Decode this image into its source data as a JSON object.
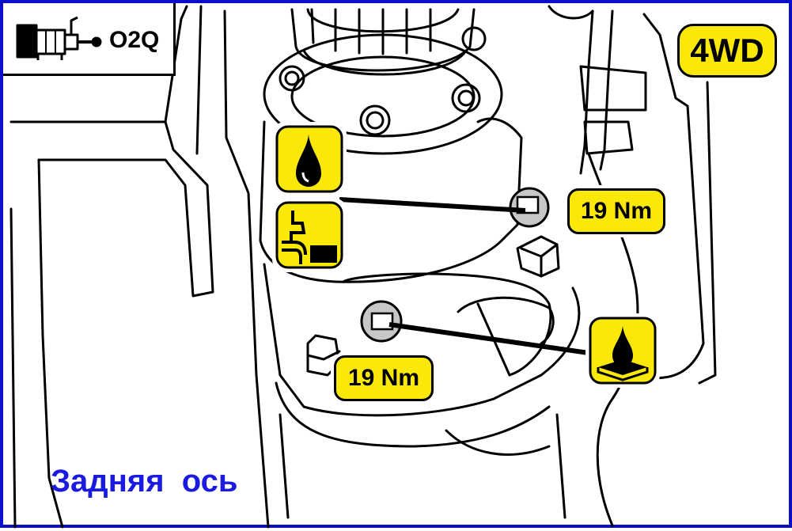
{
  "transmission_code": "O2Q",
  "drive_badge": "4WD",
  "torque": {
    "upper": "19 Nm",
    "lower": "19 Nm"
  },
  "caption": "Задняя  ось",
  "icons": {
    "gearbox": "gearbox-icon",
    "oil_drop": "oil-drop-icon",
    "fill_level": "fill-level-icon",
    "drain": "oil-drain-icon"
  },
  "colors": {
    "badge_fill": "#fbe80b",
    "caption": "#1a1ae0",
    "frame": "#0b10c8"
  }
}
